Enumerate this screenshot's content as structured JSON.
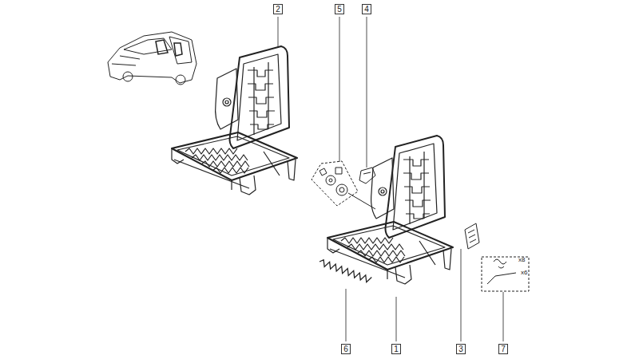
{
  "diagram": {
    "labels": [
      "2",
      "5",
      "4",
      "6",
      "1",
      "3",
      "7",
      "x8",
      "x6"
    ]
  }
}
